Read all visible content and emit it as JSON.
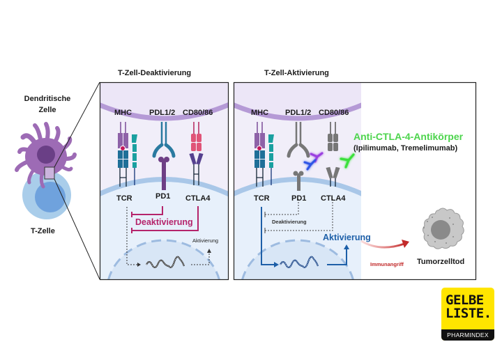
{
  "left": {
    "dendritic_cell_label_1": "Dendritische",
    "dendritic_cell_label_2": "Zelle",
    "t_cell_label": "T-Zelle"
  },
  "panel_deactivation": {
    "title": "T-Zell-Deaktivierung",
    "receptors": {
      "mhc": "MHC",
      "pdl": "PDL1/2",
      "cd80": "CD80/86",
      "tcr": "TCR",
      "pd1": "PD1",
      "ctla4": "CTLA4"
    },
    "deactivation_label": "Deaktivierung",
    "activation_label": "Aktivierung"
  },
  "panel_activation": {
    "title": "T-Zell-Aktivierung",
    "receptors": {
      "mhc": "MHC",
      "pdl": "PDL1/2",
      "cd80": "CD80/86",
      "tcr": "TCR",
      "pd1": "PD1",
      "ctla4": "CTLA4"
    },
    "deactivation_label": "Deaktivierung",
    "activation_label": "Aktivierung",
    "antibody_title": "Anti-CTLA-4-Antikörper",
    "antibody_examples": "(Ipilimumab, Tremelimumab)",
    "immune_attack_label": "Immunangriff",
    "tumor_death_label": "Tumorzelltod"
  },
  "logo": {
    "line1": "GELBE",
    "line2": "LISTE.",
    "subtitle": "PHARMINDEX"
  },
  "colors": {
    "dc_purple": "#9d6bb5",
    "dc_nucleus": "#6a3f86",
    "tcell_outer": "#a9cdea",
    "tcell_inner": "#5d97d8",
    "deactivation_magenta": "#b5246b",
    "activation_blue": "#1d5fa8",
    "antibody_green": "#4cd44c",
    "attack_red": "#c22a2a",
    "logo_yellow": "#ffe500"
  }
}
